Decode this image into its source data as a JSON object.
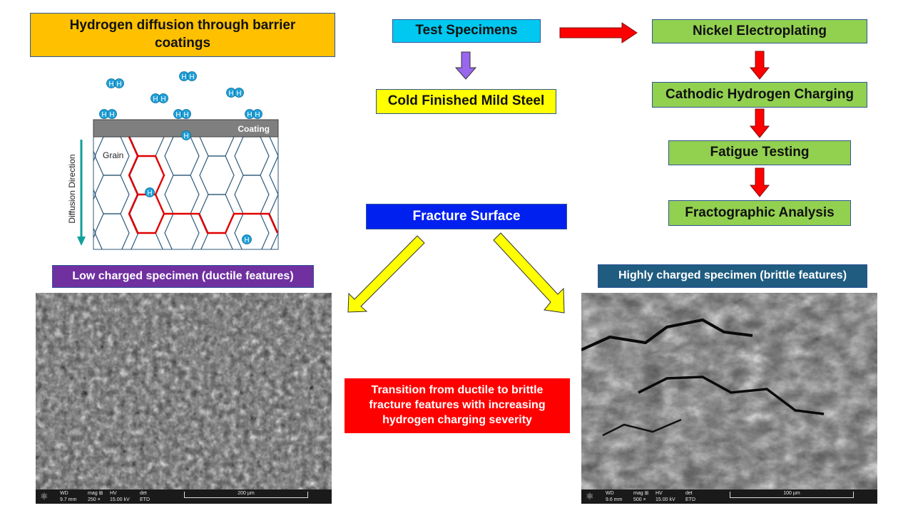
{
  "title_box": {
    "text": "Hydrogen diffusion through barrier coatings",
    "color": "#ffc000"
  },
  "schematic": {
    "coating_label": "Coating",
    "grain_label": "Grain",
    "diffusion_label": "Diffusion Direction",
    "atom_symbol": "H",
    "atom_color": "#1fa0d8",
    "boundary_color": "#e00000",
    "grain_color": "#2e5a7a",
    "arrow_color": "#12a09a"
  },
  "flow": {
    "test_specimens": {
      "text": "Test Specimens",
      "color": "#00c8f0"
    },
    "mild_steel": {
      "text": "Cold Finished Mild Steel",
      "color": "#ffff00"
    },
    "nickel": {
      "text": "Nickel Electroplating",
      "color": "#92d050"
    },
    "charging": {
      "text": "Cathodic Hydrogen Charging",
      "color": "#92d050"
    },
    "fatigue": {
      "text": "Fatigue Testing",
      "color": "#92d050"
    },
    "fracto": {
      "text": "Fractographic Analysis",
      "color": "#92d050"
    },
    "fracture": {
      "text": "Fracture Surface",
      "color": "#0020f0"
    },
    "arrow_red": "#ff0000",
    "arrow_purple": "#9966ee",
    "arrow_yellow": "#ffff00"
  },
  "low_label": {
    "text": "Low charged specimen (ductile features)",
    "color": "#7030a0"
  },
  "high_label": {
    "text": "Highly charged specimen (brittle features)",
    "color": "#1f5c80"
  },
  "transition": {
    "text": "Transition from ductile to brittle fracture features with increasing hydrogen charging severity",
    "color": "#ff0000"
  },
  "sem_left": {
    "wd_label": "WD",
    "wd": "9.7 mm",
    "mag_label": "mag ⊞",
    "mag": "250 ×",
    "hv_label": "HV",
    "hv": "15.00 kV",
    "det_label": "det",
    "det": "ETD",
    "scale": "200 µm"
  },
  "sem_right": {
    "wd_label": "WD",
    "wd": "9.6 mm",
    "mag_label": "mag ⊞",
    "mag": "500 ×",
    "hv_label": "HV",
    "hv": "15.00 kV",
    "det_label": "det",
    "det": "ETD",
    "scale": "100 µm"
  }
}
